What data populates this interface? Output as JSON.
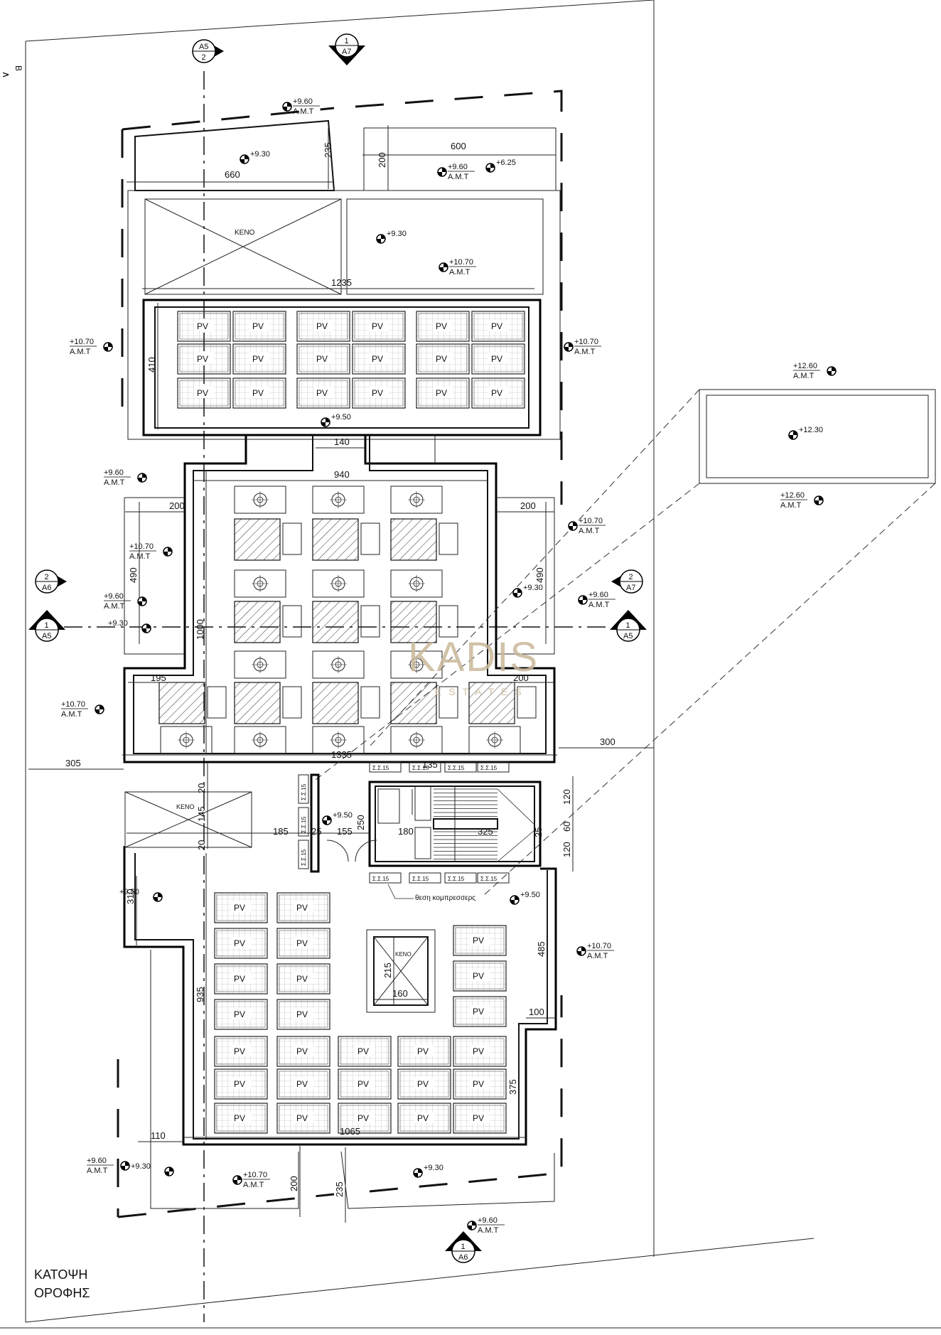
{
  "title": {
    "line1": "ΚΑΤΟΨΗ",
    "line2": "ΟΡΟΦΗΣ"
  },
  "watermark": {
    "text": "KADIS",
    "subtext": "ESTATES",
    "color": "#c9b89a"
  },
  "north": {
    "b": "B",
    "arrow": "∧"
  },
  "section_markers": [
    {
      "top": "A5",
      "bottom": "2"
    },
    {
      "top": "1",
      "bottom": "A7"
    },
    {
      "top": "2",
      "bottom": "A6"
    },
    {
      "top": "1",
      "bottom": "A5"
    },
    {
      "top": "2",
      "bottom": "A7"
    },
    {
      "top": "1",
      "bottom": "A5"
    },
    {
      "top": "1",
      "bottom": "A6"
    }
  ],
  "pv_label": "PV",
  "void_label": "ΚΕΝΟ",
  "ac_label": "Σ.Σ.15",
  "compressor_label": "θεση κομπρεσσερς",
  "elevations": [
    {
      "value": "+9.60",
      "ref": "A.M.T"
    },
    {
      "value": "+9.30"
    },
    {
      "value": "+9.60",
      "ref": "A.M.T"
    },
    {
      "value": "+6.25"
    },
    {
      "value": "+9.30"
    },
    {
      "value": "+10.70",
      "ref": "A.M.T"
    },
    {
      "value": "+10.70",
      "ref": "A.M.T"
    },
    {
      "value": "+10.70",
      "ref": "A.M.T"
    },
    {
      "value": "+9.50"
    },
    {
      "value": "+12.60",
      "ref": "A.M.T"
    },
    {
      "value": "+12.30"
    },
    {
      "value": "+12.60",
      "ref": "A.M.T"
    },
    {
      "value": "+9.60",
      "ref": "A.M.T"
    },
    {
      "value": "+10.70",
      "ref": "A.M.T"
    },
    {
      "value": "+10.70",
      "ref": "A.M.T"
    },
    {
      "value": "+9.30"
    },
    {
      "value": "+9.60",
      "ref": "A.M.T"
    },
    {
      "value": "+9.30"
    },
    {
      "value": "+9.60",
      "ref": "A.M.T"
    },
    {
      "value": "+10.70",
      "ref": "A.M.T"
    },
    {
      "value": "+9.50"
    },
    {
      "value": "+9.50"
    },
    {
      "value": "+9.50"
    },
    {
      "value": "+10.70",
      "ref": "A.M.T"
    },
    {
      "value": "+9.60",
      "ref": "A.M.T"
    },
    {
      "value": "+9.30"
    },
    {
      "value": "+10.70",
      "ref": "A.M.T"
    },
    {
      "value": "+9.30"
    },
    {
      "value": "+9.60",
      "ref": "A.M.T"
    }
  ],
  "dimensions": [
    "660",
    "235",
    "200",
    "600",
    "1235",
    "410",
    "140",
    "940",
    "200",
    "200",
    "490",
    "490",
    "1000",
    "195",
    "200",
    "1335",
    "305",
    "300",
    "20",
    "145",
    "20",
    "185",
    "25",
    "155",
    "250",
    "180",
    "325",
    "25",
    "120",
    "60",
    "120",
    "135",
    "310",
    "935",
    "485",
    "215",
    "160",
    "100",
    "375",
    "110",
    "1065",
    "200",
    "235"
  ]
}
